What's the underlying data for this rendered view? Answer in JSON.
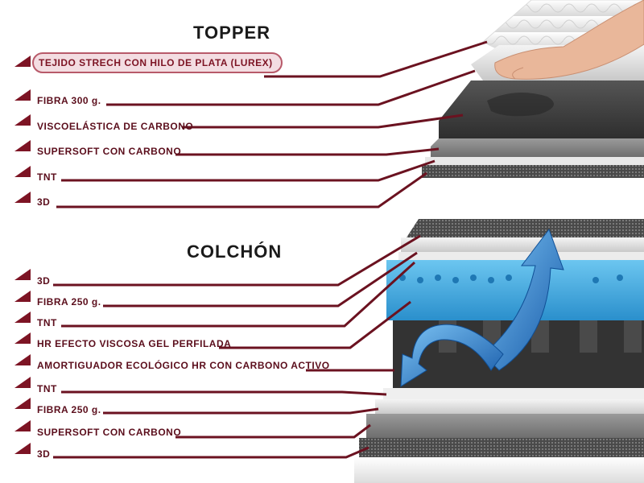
{
  "topper": {
    "title": "TOPPER",
    "layers": [
      "TEJIDO STRECH CON HILO DE PLATA (LUREX)",
      "FIBRA 300 g.",
      "VISCOELÁSTICA DE CARBONO",
      "SUPERSOFT CON CARBONO",
      "TNT",
      "3D"
    ]
  },
  "colchon": {
    "title": "COLCHÓN",
    "layers": [
      "3D",
      "FIBRA 250 g.",
      "TNT",
      "HR EFECTO VISCOSA GEL PERFILADA",
      "AMORTIGUADOR ECOLÓGICO HR CON CARBONO ACTIVO",
      "TNT",
      "FIBRA 250 g.",
      "SUPERSOFT CON CARBONO",
      "3D"
    ]
  },
  "colors": {
    "accent": "#7d1424",
    "highlight_fill": "#f3dde2",
    "gel_blue": "#3ea6dc",
    "arrow_blue": "#1f6fc0",
    "foam_dark": "#3a3a3a"
  }
}
